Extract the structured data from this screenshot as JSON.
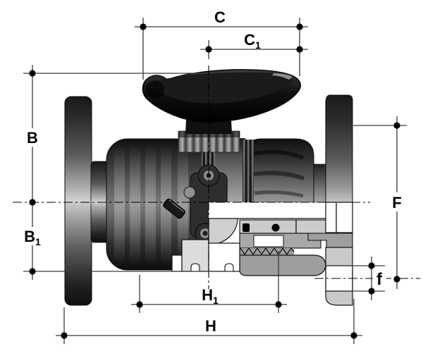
{
  "diagram": {
    "dimensions": {
      "c": {
        "label": "C",
        "sub": ""
      },
      "c1": {
        "label": "C",
        "sub": "1"
      },
      "b": {
        "label": "B",
        "sub": ""
      },
      "b1": {
        "label": "B",
        "sub": "1"
      },
      "f_major": {
        "label": "F",
        "sub": ""
      },
      "f_minor": {
        "label": "f",
        "sub": ""
      },
      "h1": {
        "label": "H",
        "sub": "1"
      },
      "h": {
        "label": "H",
        "sub": ""
      }
    },
    "colors": {
      "background": "#ffffff",
      "dimension_line": "#3a3a3a",
      "centerline": "#000000",
      "outline": "#111111",
      "label_text": "#000000",
      "metal_dark": "#141414",
      "metal_mid": "#6a6a6a",
      "metal_light": "#d2d2d2",
      "section_light": "#cfcfcf",
      "section_mid": "#a0a0a0",
      "section_white": "#ffffff",
      "oring": "#000000"
    }
  }
}
